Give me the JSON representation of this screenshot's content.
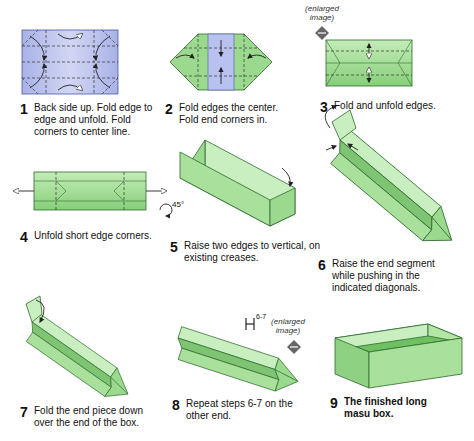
{
  "diagram": {
    "labels": [
      "(enlarged image)",
      "1",
      "Back side up. Fold edge to edge and unfold. Fold corners to center line.",
      "2",
      "Fold edges the center. Fold end corners in.",
      "3",
      "Fold and unfold edges.",
      "4",
      "Unfold short edge corners.",
      "45°",
      "5",
      "Raise two edges to vertical, on existing creases.",
      "6",
      "Raise the end segment while pushing in the indicated diagonals.",
      "7",
      "Fold the end piece down over the end of the box.",
      "8",
      "Repeat steps 6-7 on the other end.",
      "6-7",
      "(enlarged image)",
      "9",
      "The finished long masu box."
    ]
  }
}
